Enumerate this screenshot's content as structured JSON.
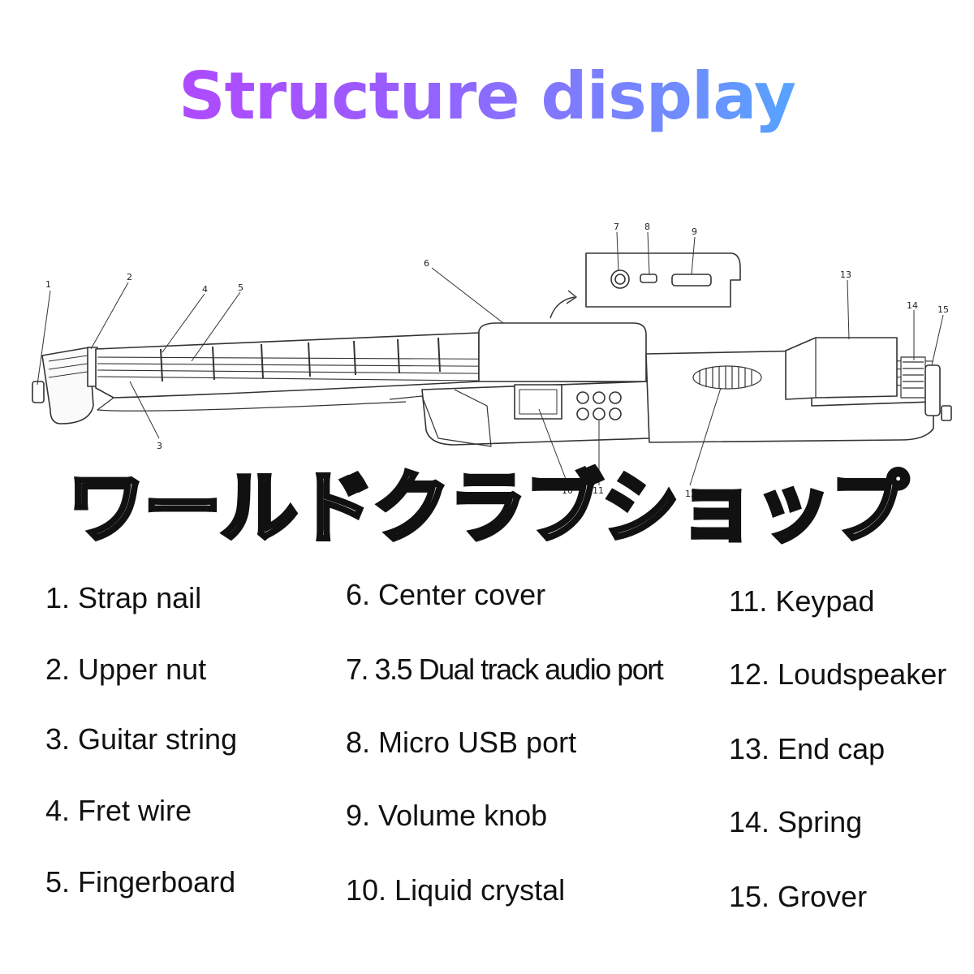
{
  "title": "Structure display",
  "watermark": "ワールドクラブショップ",
  "callouts": [
    "1",
    "2",
    "3",
    "4",
    "5",
    "6",
    "7",
    "8",
    "9",
    "10",
    "11",
    "12",
    "13",
    "14",
    "15"
  ],
  "legend": {
    "col1": [
      "1. Strap nail",
      "2. Upper nut",
      "3. Guitar string",
      "4. Fret wire",
      "5. Fingerboard"
    ],
    "col2": [
      "6. Center cover",
      "7. 3.5 Dual track audio port",
      "8. Micro USB port",
      "9. Volume knob",
      "10. Liquid crystal"
    ],
    "col3": [
      "11. Keypad",
      "12. Loudspeaker",
      "13. End cap",
      "14. Spring",
      "15. Grover"
    ]
  }
}
